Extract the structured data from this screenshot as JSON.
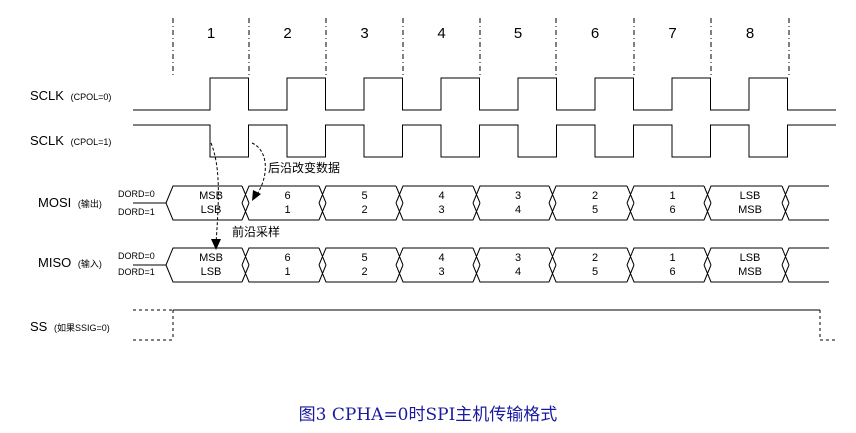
{
  "diagram": {
    "clock_numbers": [
      "1",
      "2",
      "3",
      "4",
      "5",
      "6",
      "7",
      "8"
    ],
    "signals": {
      "sclk0": {
        "name": "SCLK",
        "note": "(CPOL=0)"
      },
      "sclk1": {
        "name": "SCLK",
        "note": "(CPOL=1)"
      },
      "mosi": {
        "name": "MOSI",
        "note": "(输出)",
        "dord0": "DORD=0",
        "dord1": "DORD=1"
      },
      "miso": {
        "name": "MISO",
        "note": "(输入)",
        "dord0": "DORD=0",
        "dord1": "DORD=1"
      },
      "ss": {
        "name": "SS",
        "note": "(如果SSIG=0)"
      }
    },
    "data_bits_dord0": [
      "MSB",
      "6",
      "5",
      "4",
      "3",
      "2",
      "1",
      "LSB"
    ],
    "data_bits_dord1": [
      "LSB",
      "1",
      "2",
      "3",
      "4",
      "5",
      "6",
      "MSB"
    ],
    "annotations": {
      "trailing_edge": "后沿改变数据",
      "leading_edge": "前沿采样"
    },
    "caption": "图3 CPHA=0时SPI主机传输格式"
  }
}
